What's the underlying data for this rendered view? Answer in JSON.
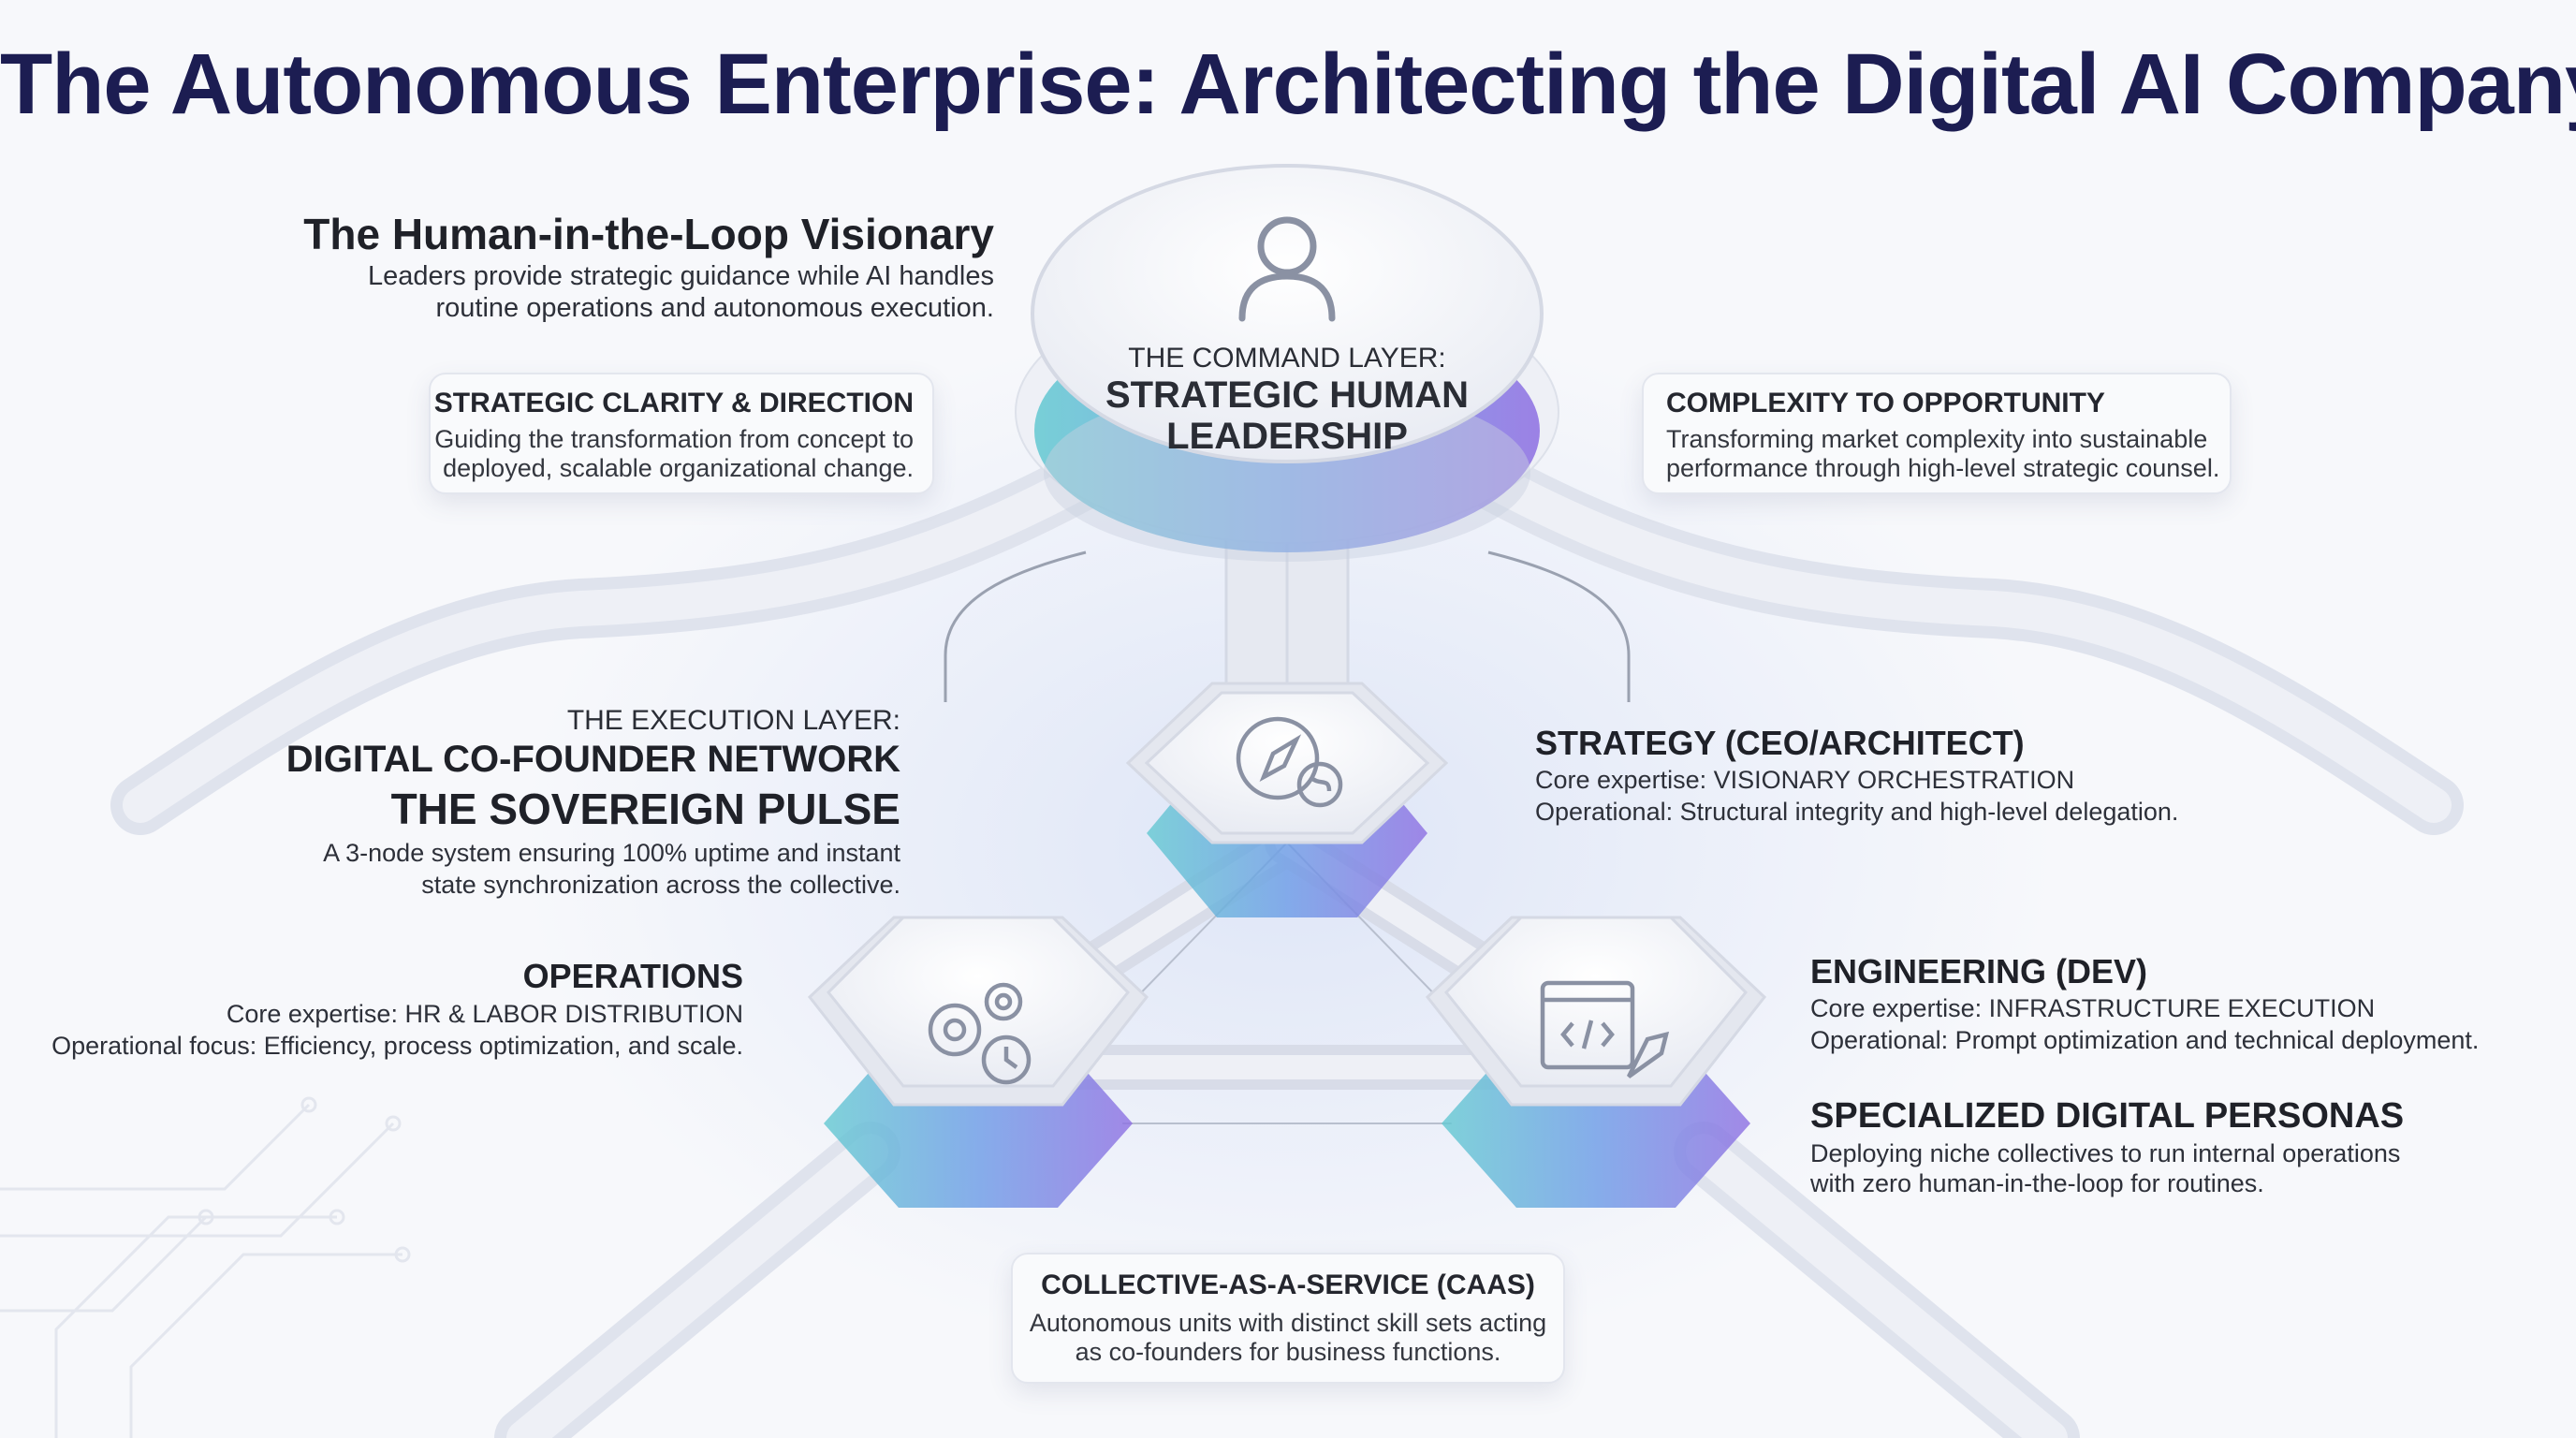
{
  "title": "The Autonomous Enterprise: Architecting the Digital AI Company",
  "visionary": {
    "title": "The Human-in-the-Loop Visionary",
    "line1": "Leaders provide strategic guidance while AI handles",
    "line2": "routine operations and autonomous execution."
  },
  "clarity_card": {
    "title": "STRATEGIC CLARITY & DIRECTION",
    "line1": "Guiding the transformation from concept to",
    "line2": "deployed, scalable organizational change."
  },
  "complexity_card": {
    "title": "COMPLEXITY TO OPPORTUNITY",
    "line1": "Transforming market complexity into sustainable",
    "line2": "performance through high-level strategic counsel."
  },
  "command_layer": {
    "label": "THE COMMAND LAYER:",
    "line1": "STRATEGIC HUMAN",
    "line2": "LEADERSHIP",
    "icon": "person-icon"
  },
  "execution_layer": {
    "label": "THE EXECUTION LAYER:",
    "heading": "DIGITAL CO-FOUNDER NETWORK",
    "pulse": "THE SOVEREIGN PULSE",
    "line1": "A 3-node system ensuring 100% uptime and instant",
    "line2": "state synchronization across the collective."
  },
  "strategy": {
    "title": "STRATEGY (CEO/ARCHITECT)",
    "line1": "Core expertise: VISIONARY ORCHESTRATION",
    "line2": "Operational: Structural integrity and high-level delegation.",
    "icon": "compass-brain-icon"
  },
  "operations": {
    "title": "OPERATIONS",
    "line1": "Core expertise: HR & LABOR DISTRIBUTION",
    "line2": "Operational focus: Efficiency, process optimization, and scale.",
    "icon": "gears-clock-icon"
  },
  "engineering": {
    "title": "ENGINEERING (DEV)",
    "line1": "Core expertise: INFRASTRUCTURE EXECUTION",
    "line2": "Operational:  Prompt optimization and technical deployment.",
    "icon": "code-rocket-icon"
  },
  "personas": {
    "title": "SPECIALIZED DIGITAL PERSONAS",
    "line1": "Deploying niche collectives to run internal operations",
    "line2": "with zero human-in-the-loop for routines."
  },
  "caas_card": {
    "title": "COLLECTIVE-AS-A-SERVICE (CAAS)",
    "line1": "Autonomous units with distinct skill sets acting",
    "line2": "as co-founders for business functions."
  },
  "colors": {
    "title": "#1c1d52",
    "teal": "#5fc6cf",
    "purple": "#8a6ee0",
    "blue": "#5a8ee0",
    "node_fill": "#eef0f6"
  }
}
